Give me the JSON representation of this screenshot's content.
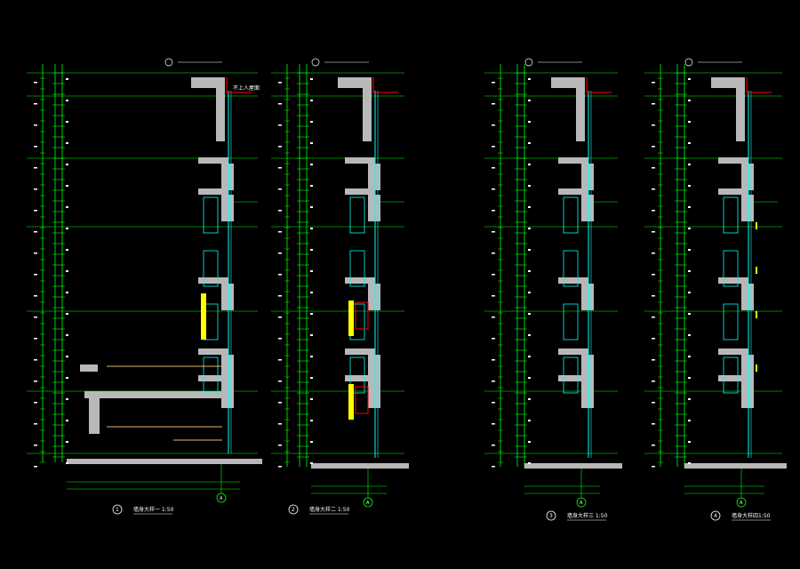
{
  "drawing": {
    "background": "#000000",
    "colors": {
      "grid": "#00ff00",
      "wall": "#b8b8b8",
      "window": "#00ffff",
      "yellow": "#ffff00",
      "red": "#ff0000",
      "white": "#ffffff",
      "tan": "#e8b070"
    },
    "sections": [
      {
        "id": "1",
        "caption": "墙身大样一 1:50",
        "axis_label": "A",
        "has_roof_note": true,
        "roof_note": "不上人屋面"
      },
      {
        "id": "2",
        "caption": "墙身大样二 1:50",
        "axis_label": "A",
        "has_roof_note": false
      },
      {
        "id": "3",
        "caption": "墙身大样三 1:50",
        "axis_label": "A",
        "has_roof_note": false
      },
      {
        "id": "4",
        "caption": "墙身大样四1:50",
        "axis_label": "A",
        "has_roof_note": false
      }
    ]
  }
}
